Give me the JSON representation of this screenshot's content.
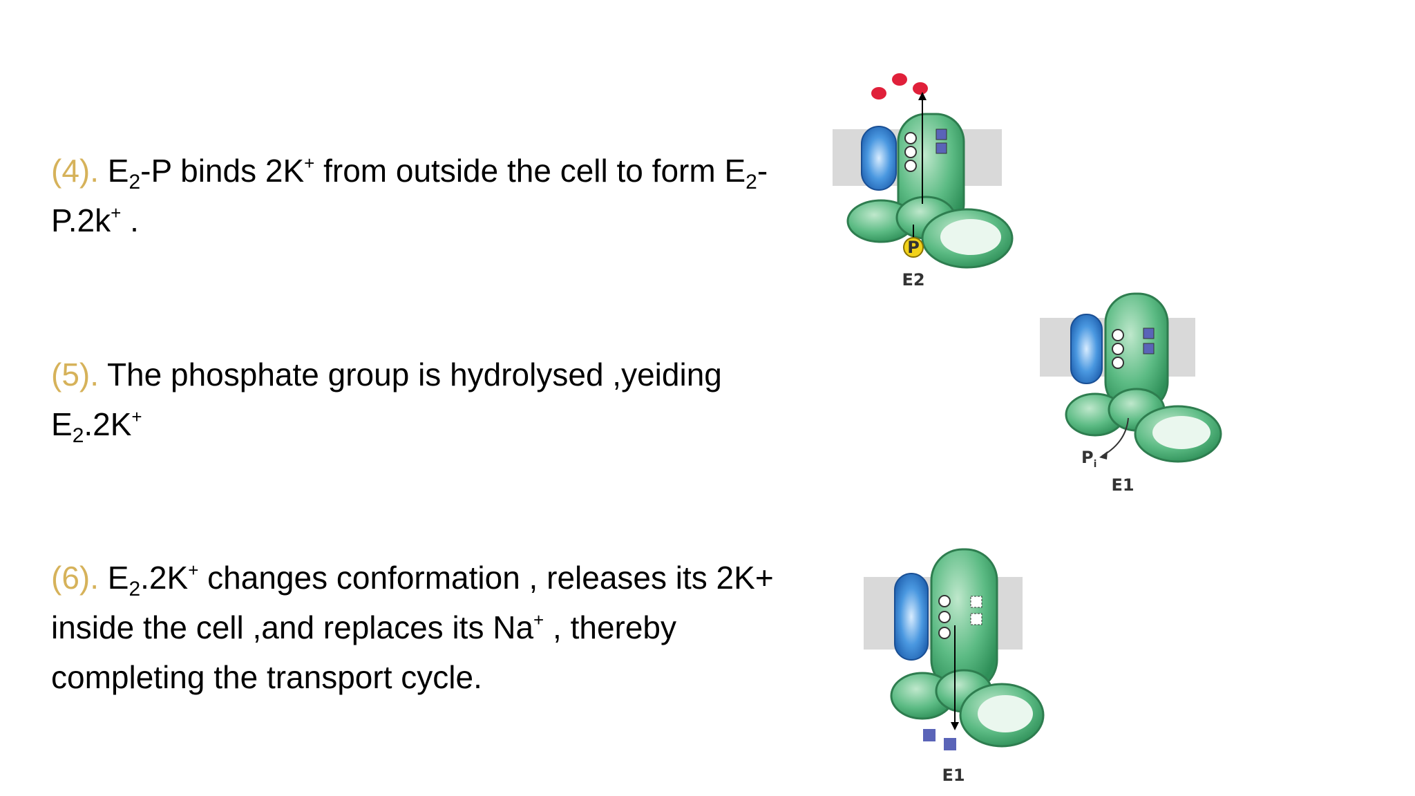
{
  "steps": [
    {
      "number": "(4).",
      "lines": [
        {
          "segments": [
            "E",
            "2",
            "-P binds 2K",
            "+",
            " from  outside the cell to form E",
            "2",
            "-"
          ]
        },
        {
          "segments": [
            "P.2k",
            "+",
            " ."
          ]
        }
      ]
    },
    {
      "number": "(5).",
      "lines": [
        {
          "segments": [
            "The phosphate group is hydrolysed ,yeiding"
          ]
        },
        {
          "segments": [
            "E",
            "2",
            ".2K",
            "+"
          ]
        }
      ]
    },
    {
      "number": "(6).",
      "lines": [
        {
          "segments": [
            "E",
            "2",
            ".2K",
            "+",
            " changes conformation , releases its 2K+"
          ]
        },
        {
          "segments": [
            "inside the cell ,and replaces its Na",
            "+",
            " , thereby"
          ]
        },
        {
          "segments": [
            "completing the transport cycle."
          ]
        }
      ]
    }
  ],
  "figures": {
    "fig1": {
      "state_label": "E2",
      "phosphate_label": "P"
    },
    "fig2": {
      "state_label": "E1",
      "pi_label": "P",
      "pi_sub": "i"
    },
    "fig3": {
      "state_label": "E1"
    }
  },
  "colors": {
    "step_number": "#d6b25a",
    "text": "#000000",
    "pump_green": "#3aa56a",
    "pump_light": "#a6dcb8",
    "blue_subunit": "#2f7fd0",
    "membrane": "#d9d9d9",
    "ion_red": "#e0203a",
    "ion_blue": "#5a64b8",
    "phosphate": "#f2d21a"
  }
}
